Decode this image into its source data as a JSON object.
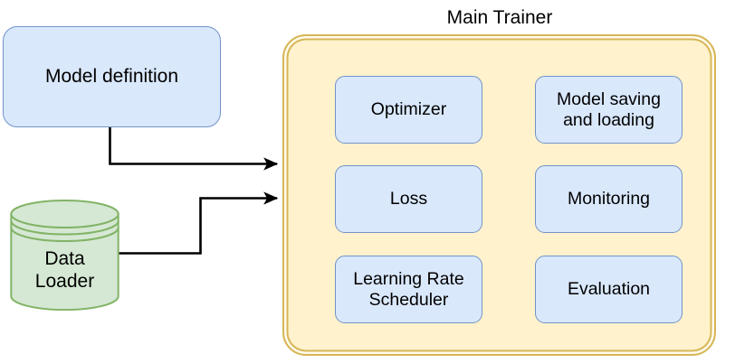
{
  "diagram": {
    "title": "Main Trainer",
    "inputs": {
      "model_definition": {
        "label": "Model definition",
        "shape": "rounded-rectangle",
        "fill": "#dae8fc",
        "stroke": "#7193c8"
      },
      "data_loader": {
        "label": "Data\nLoader",
        "shape": "cylinder",
        "fill": "#d5e8d4",
        "stroke": "#82b366"
      }
    },
    "container": {
      "label": "Main Trainer",
      "fill": "#fff2cc",
      "stroke": "#d6b656"
    },
    "components": [
      {
        "id": "optimizer",
        "label": "Optimizer",
        "column": "left",
        "row": 1
      },
      {
        "id": "model-saving",
        "label": "Model saving\nand loading",
        "column": "right",
        "row": 1
      },
      {
        "id": "loss",
        "label": "Loss",
        "column": "left",
        "row": 2
      },
      {
        "id": "monitoring",
        "label": "Monitoring",
        "column": "right",
        "row": 2
      },
      {
        "id": "lr-scheduler",
        "label": "Learning Rate\nScheduler",
        "column": "left",
        "row": 3
      },
      {
        "id": "evaluation",
        "label": "Evaluation",
        "column": "right",
        "row": 3
      }
    ],
    "edges": [
      {
        "id": "model-to-trainer",
        "from": "model_definition",
        "to": "main_trainer",
        "style": "orthogonal",
        "arrow": "filled-triangle",
        "color": "#000000"
      },
      {
        "id": "data-loader-to-trainer",
        "from": "data_loader",
        "to": "main_trainer",
        "style": "orthogonal",
        "arrow": "filled-triangle",
        "color": "#000000"
      }
    ]
  }
}
